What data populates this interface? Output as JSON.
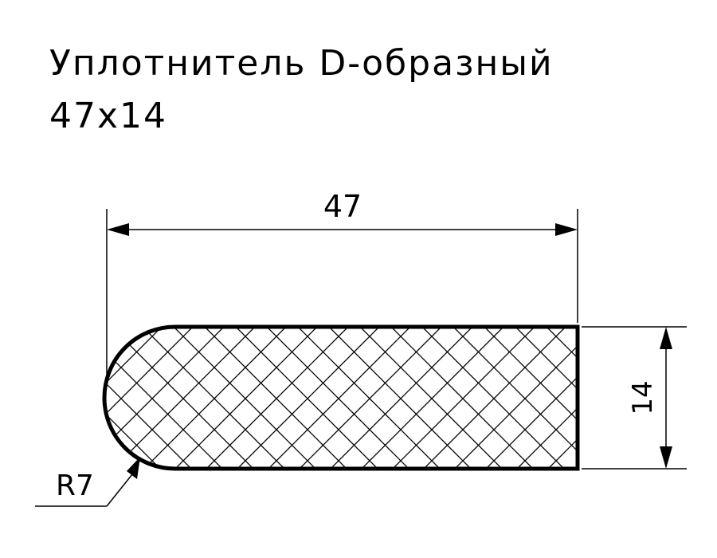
{
  "title": "Уплотнитель D-образный",
  "subtitle": "47x14",
  "dimensions": {
    "width_label": "47",
    "height_label": "14",
    "radius_label": "R7"
  },
  "colors": {
    "line": "#000000",
    "background": "#ffffff"
  }
}
